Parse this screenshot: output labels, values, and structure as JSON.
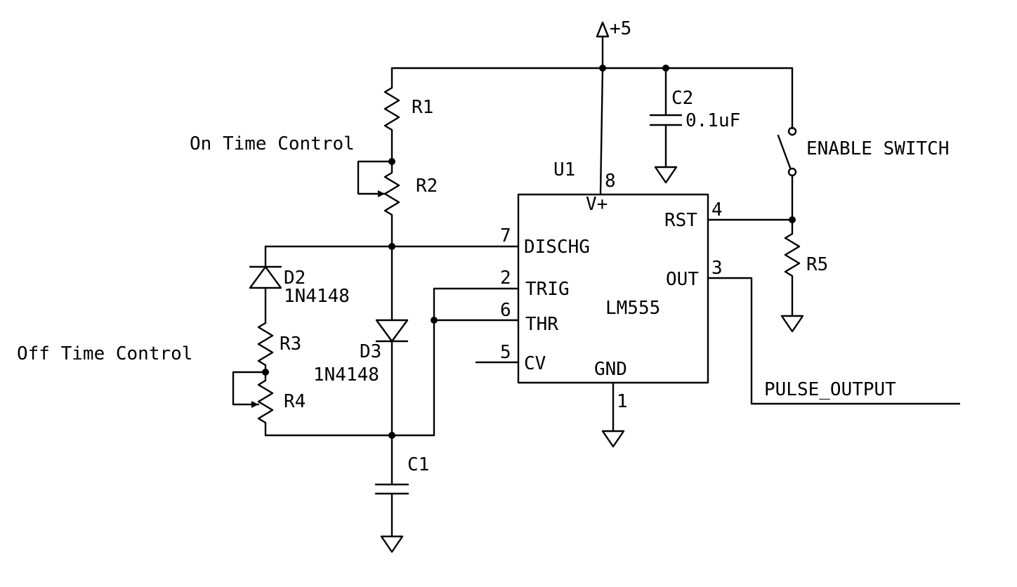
{
  "colors": {
    "ink": "#000000",
    "background": "#ffffff"
  },
  "power": {
    "label": "+5"
  },
  "u1": {
    "ref": "U1",
    "part": "LM555",
    "pins": {
      "vplus_num": "8",
      "vplus_name": "V+",
      "rst_num": "4",
      "rst_name": "RST",
      "out_num": "3",
      "out_name": "OUT",
      "disch_num": "7",
      "disch_name": "DISCHG",
      "trig_num": "2",
      "trig_name": "TRIG",
      "thr_num": "6",
      "thr_name": "THR",
      "cv_num": "5",
      "cv_name": "CV",
      "gnd_num": "1",
      "gnd_name": "GND"
    }
  },
  "components": {
    "r1": "R1",
    "r2": "R2",
    "r3": "R3",
    "r4": "R4",
    "r5": "R5",
    "c1": "C1",
    "c2": "C2",
    "c2_value": "0.1uF",
    "d2": "D2",
    "d2_part": "1N4148",
    "d3": "D3",
    "d3_part": "1N4148",
    "enable_switch": "ENABLE SWITCH"
  },
  "labels": {
    "on_time": "On Time Control",
    "off_time": "Off Time Control",
    "pulse_output": "PULSE_OUTPUT"
  }
}
